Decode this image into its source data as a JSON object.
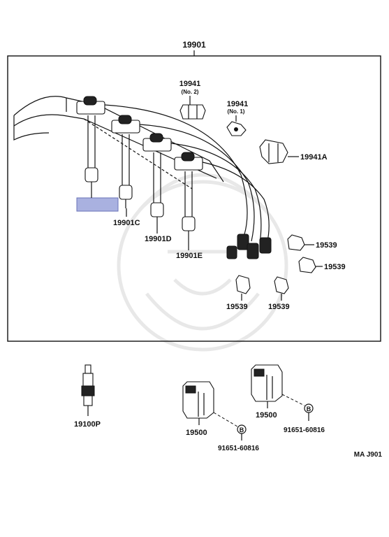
{
  "diagram": {
    "top_label": "19901",
    "footer_code": "MA J901",
    "highlight_color": "#a9b1e0",
    "labels": {
      "p19941_no2": "19941",
      "p19941_no2_sub": "(No. 2)",
      "p19941_no1": "19941",
      "p19941_no1_sub": "(No. 1)",
      "p19941a": "19941A",
      "p19901c": "19901C",
      "p19901d": "19901D",
      "p19901e": "19901E",
      "p19539_a": "19539",
      "p19539_b": "19539",
      "p19539_c": "19539",
      "p19539_d": "19539",
      "p19100p": "19100P",
      "p19500_left": "19500",
      "p19500_right": "19500",
      "bolt_left": "91651-60816",
      "bolt_right": "91651-60816",
      "bolt_letter_left": "B",
      "bolt_letter_right": "B"
    }
  }
}
